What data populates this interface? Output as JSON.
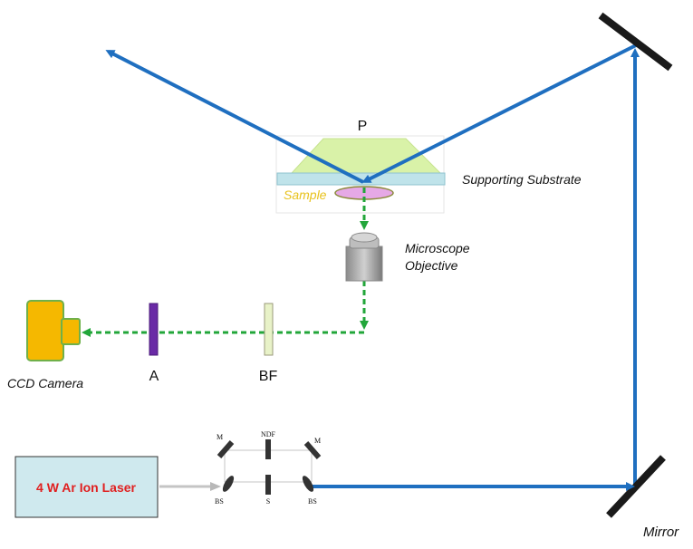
{
  "labels": {
    "prism": "P",
    "supporting_substrate": "Supporting Substrate",
    "sample": "Sample",
    "microscope_line1": "Microscope",
    "microscope_line2": "Objective",
    "analyzer": "A",
    "barrier_filter": "BF",
    "ccd_camera": "CCD Camera",
    "laser": "4 W Ar Ion Laser",
    "mirror": "Mirror",
    "m_left": "M",
    "m_right": "M",
    "ndf": "NDF",
    "bs_left": "BS",
    "bs_right": "BS",
    "shutter": "S"
  },
  "colors": {
    "beam_blue": "#1f6fc0",
    "signal_green": "#22a63a",
    "prism_fill": "#d9f2a8",
    "substrate_fill": "#bfe3ea",
    "sample_fill": "#e6a9e6",
    "sample_label": "#e8c21c",
    "analyzer_fill": "#6a2aa6",
    "filter_fill": "#e8f2c8",
    "camera_fill": "#f5b800",
    "laser_fill": "#cfe9ee",
    "laser_text": "#e02020",
    "mirror_fill": "#1a1a1a"
  }
}
